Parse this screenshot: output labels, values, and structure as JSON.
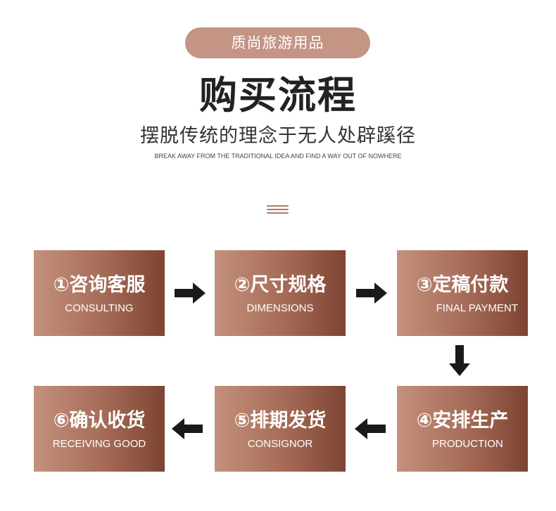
{
  "header": {
    "badge": "质尚旅游用品",
    "title": "购买流程",
    "subtitle": "摆脱传统的理念于无人处辟蹊径",
    "subtitle_en": "BREAK AWAY FROM THE TRADITIONAL IDEA AND FIND A WAY OUT OF NOWHERE"
  },
  "steps": [
    {
      "cn": "①咨询客服",
      "en": "CONSULTING"
    },
    {
      "cn": "②尺寸规格",
      "en": "DIMENSIONS"
    },
    {
      "cn": "③定稿付款",
      "en": "FINAL PAYMENT"
    },
    {
      "cn": "④安排生产",
      "en": "PRODUCTION"
    },
    {
      "cn": "⑤排期发货",
      "en": "CONSIGNOR"
    },
    {
      "cn": "⑥确认收货",
      "en": "RECEIVING GOOD"
    }
  ],
  "colors": {
    "badge": "#c49484",
    "box_light": "#c4917c",
    "box_dark": "#7e4433",
    "arrow": "#1a1a1a",
    "icon": "#b07a66"
  },
  "icons": {
    "divider": "menu-lines-icon",
    "arrow_right": "arrow-right-icon",
    "arrow_left": "arrow-left-icon",
    "arrow_down": "arrow-down-icon"
  }
}
